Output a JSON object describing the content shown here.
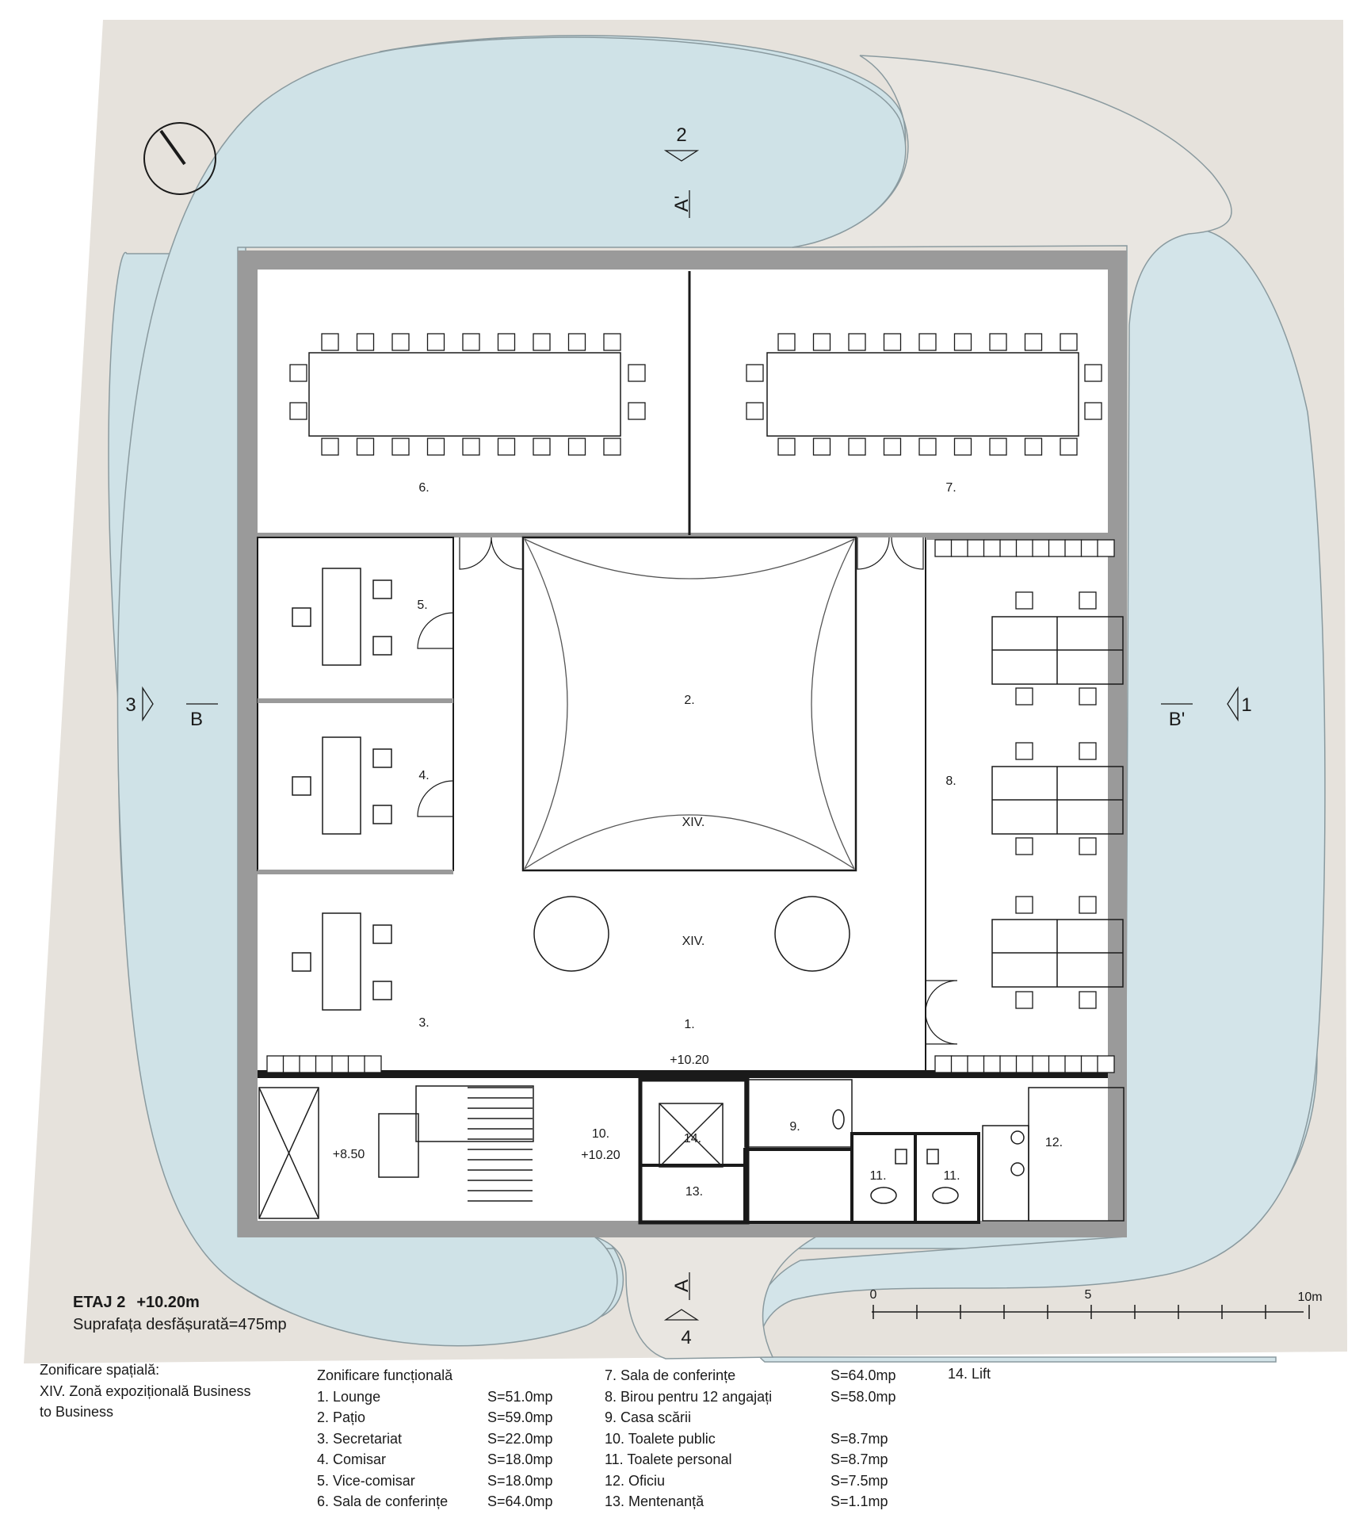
{
  "drawing": {
    "north_icon": "north-arrow-icon",
    "level_label": "ETAJ 2",
    "level_elevation": "+10.20m",
    "surface_label": "Suprafața desfășurată=475mp",
    "scale": {
      "ticks": [
        "0",
        "5",
        "10m"
      ]
    },
    "section_marks": {
      "top_number": "2",
      "top_letter": "A'",
      "bottom_letter": "A",
      "bottom_number": "4",
      "left_number": "3",
      "left_letter": "B",
      "right_letter": "B'",
      "right_number": "1"
    },
    "room_labels": {
      "r6": "6.",
      "r7": "7.",
      "r5": "5.",
      "r4": "4.",
      "r3": "3.",
      "r2": "2.",
      "r8": "8.",
      "xiv_patio": "XIV.",
      "xiv_lounge": "XIV.",
      "r1": "1.",
      "elev_lounge": "+10.20",
      "elev_stair": "+8.50",
      "r10": "10.",
      "elev_wc": "+10.20",
      "r14": "14.",
      "r13": "13.",
      "r9": "9.",
      "r11a": "11.",
      "r11b": "11.",
      "r12": "12."
    },
    "colors": {
      "water": "#cfe2e7",
      "ground": "#e6e2dc",
      "wall": "#9a9a9a",
      "floor": "#ffffff",
      "line": "#1a1a1a"
    }
  },
  "legend": {
    "spatial": {
      "title": "Zonificare spațială:",
      "line1": "XIV. Zonă expozițională Business",
      "line2": "to Business"
    },
    "functional_title": "Zonificare funcțională",
    "col1": [
      {
        "name": "1. Lounge",
        "area": "S=51.0mp"
      },
      {
        "name": "2. Pațio",
        "area": "S=59.0mp"
      },
      {
        "name": "3. Secretariat",
        "area": "S=22.0mp"
      },
      {
        "name": "4. Comisar",
        "area": "S=18.0mp"
      },
      {
        "name": "5. Vice-comisar",
        "area": "S=18.0mp"
      },
      {
        "name": "6. Sala de conferințe",
        "area": "S=64.0mp"
      }
    ],
    "col2": [
      {
        "name": "7. Sala de conferințe",
        "area": "S=64.0mp"
      },
      {
        "name": "8. Birou pentru 12 angajați",
        "area": "S=58.0mp"
      },
      {
        "name": "9. Casa scării",
        "area": ""
      },
      {
        "name": "10. Toalete public",
        "area": "S=8.7mp"
      },
      {
        "name": "11. Toalete personal",
        "area": "S=8.7mp"
      },
      {
        "name": "12. Oficiu",
        "area": "S=7.5mp"
      },
      {
        "name": "13. Mentenanță",
        "area": "S=1.1mp"
      }
    ],
    "col3": [
      {
        "name": "14. Lift"
      }
    ]
  }
}
